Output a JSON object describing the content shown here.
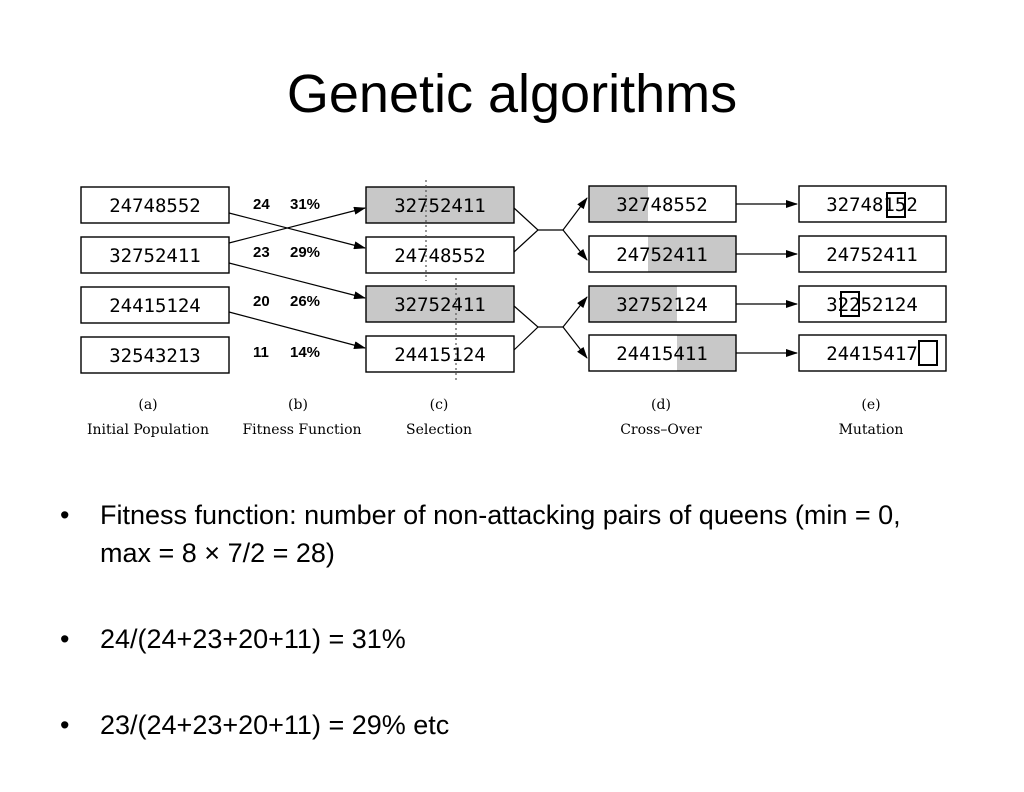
{
  "title": "Genetic algorithms",
  "diagram": {
    "initial": [
      "24748552",
      "32752411",
      "24415124",
      "32543213"
    ],
    "fitness": [
      {
        "score": "24",
        "pct": "31%"
      },
      {
        "score": "23",
        "pct": "29%"
      },
      {
        "score": "20",
        "pct": "26%"
      },
      {
        "score": "11",
        "pct": "14%"
      }
    ],
    "selection": [
      "32752411",
      "24748552",
      "32752411",
      "24415124"
    ],
    "crossover": [
      "32748552",
      "24752411",
      "32752124",
      "24415411"
    ],
    "mutation": [
      {
        "pre": "32748",
        "mut": "1",
        "post": "52"
      },
      {
        "pre": "24752411",
        "mut": "",
        "post": ""
      },
      {
        "pre": "32",
        "mut": "2",
        "post": "52124"
      },
      {
        "pre": "2441541",
        "mut": "7",
        "post": ""
      }
    ],
    "captions": [
      {
        "letter": "(a)",
        "label": "Initial Population"
      },
      {
        "letter": "(b)",
        "label": "Fitness Function"
      },
      {
        "letter": "(c)",
        "label": "Selection"
      },
      {
        "letter": "(d)",
        "label": "Cross–Over"
      },
      {
        "letter": "(e)",
        "label": "Mutation"
      }
    ],
    "colors": {
      "shade": "#c8c8c8",
      "box_border": "#000000"
    }
  },
  "bullets": [
    "Fitness function: number of non-attacking pairs of queens (min = 0, max = 8 × 7/2 = 28)",
    "24/(24+23+20+11) = 31%",
    "23/(24+23+20+11) = 29% etc"
  ]
}
